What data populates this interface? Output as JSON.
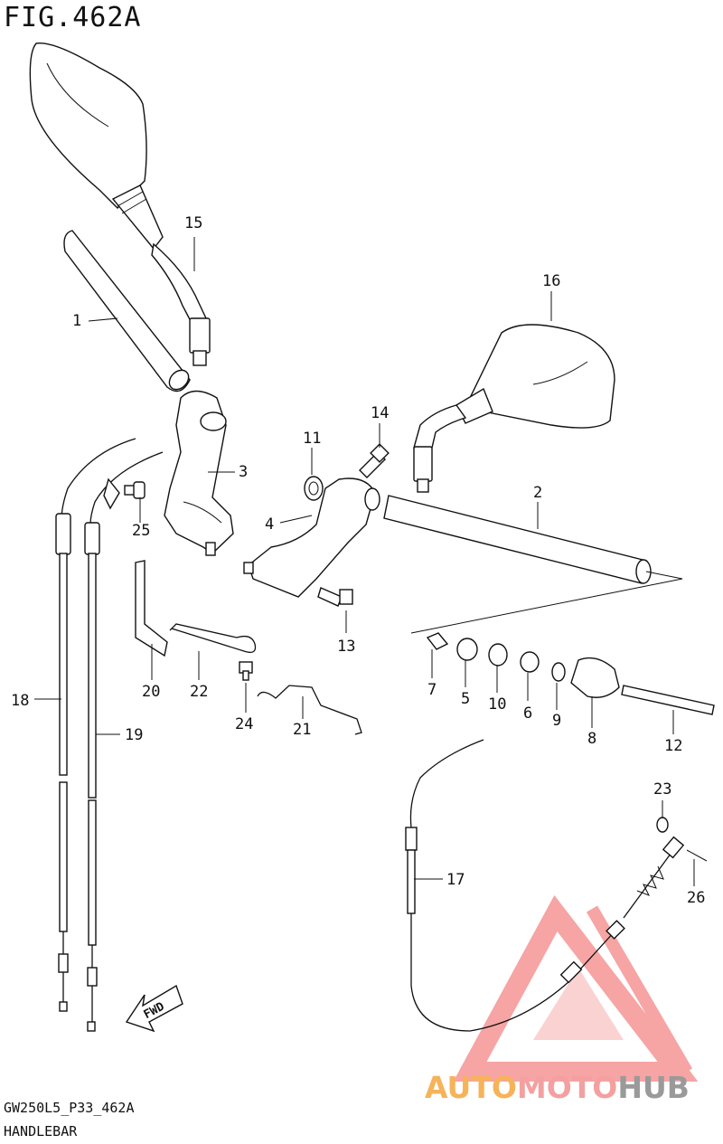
{
  "figure": {
    "title": "FIG.462A"
  },
  "footer": {
    "code": "GW250L5_P33_462A",
    "name": "HANDLEBAR"
  },
  "watermark": {
    "parts": [
      {
        "text": "AUTO",
        "color": "#f6b35a"
      },
      {
        "text": "MOTO",
        "color": "#f4a0a0"
      },
      {
        "text": "HUB",
        "color": "#9a9a9a"
      }
    ],
    "logo_color": "#f05a5a"
  },
  "callouts": {
    "c1": "1",
    "c2": "2",
    "c3": "3",
    "c4": "4",
    "c5": "5",
    "c6": "6",
    "c7": "7",
    "c8": "8",
    "c9": "9",
    "c10": "10",
    "c11": "11",
    "c12": "12",
    "c13": "13",
    "c14": "14",
    "c15": "15",
    "c16": "16",
    "c17": "17",
    "c18": "18",
    "c19": "19",
    "c20": "20",
    "c21": "21",
    "c22": "22",
    "c23": "23",
    "c24": "24",
    "c25": "25",
    "c26": "26"
  },
  "fwd_label": "FWD"
}
